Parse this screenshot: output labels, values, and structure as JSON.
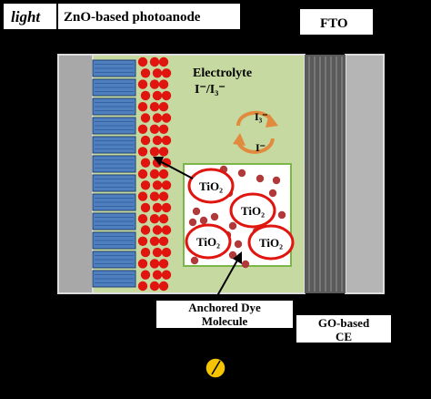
{
  "labels": {
    "light": "light",
    "photoanode": "ZnO-based photoanode",
    "fto": "FTO",
    "electrolyte": "Electrolyte",
    "redox_pair": "I⁻/I₃⁻",
    "i3": "I₃⁻",
    "i_minus": "I⁻",
    "tio2": "TiO₂",
    "dye_line1": "Anchored Dye",
    "dye_line2": "Molecule",
    "ce_line1": "GO-based",
    "ce_line2": "CE"
  },
  "colors": {
    "background": "#000000",
    "electrolyte": "#c5d9a0",
    "zno_block": "#4f7fbf",
    "dye": "#e0150f",
    "dye_small": "#b03a3a",
    "tio2_ring": "#e0150f",
    "arrow_orange": "#e28a3e",
    "fto_dark": "#5a5a5a",
    "fto_light": "#b8b8b8",
    "glass": "#a8a8a8",
    "bulb": "#f5c400"
  },
  "icons": {
    "cycle": "redox-cycle-arrows-icon",
    "bulb": "light-bulb-icon"
  }
}
